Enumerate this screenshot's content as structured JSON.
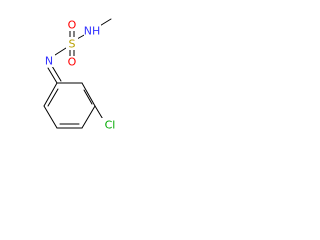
{
  "molecule": {
    "atoms": {
      "methyl_N": {
        "label": "NH",
        "color": "#3333ff"
      },
      "sulfur": {
        "label": "S",
        "color": "#b8a000"
      },
      "oxygen_top": {
        "label": "O",
        "color": "#ff0000"
      },
      "oxygen_bottom": {
        "label": "O",
        "color": "#ff0000"
      },
      "imine_N": {
        "label": "N",
        "color": "#3333ff"
      },
      "chlorine": {
        "label": "Cl",
        "color": "#00aa00"
      }
    }
  }
}
